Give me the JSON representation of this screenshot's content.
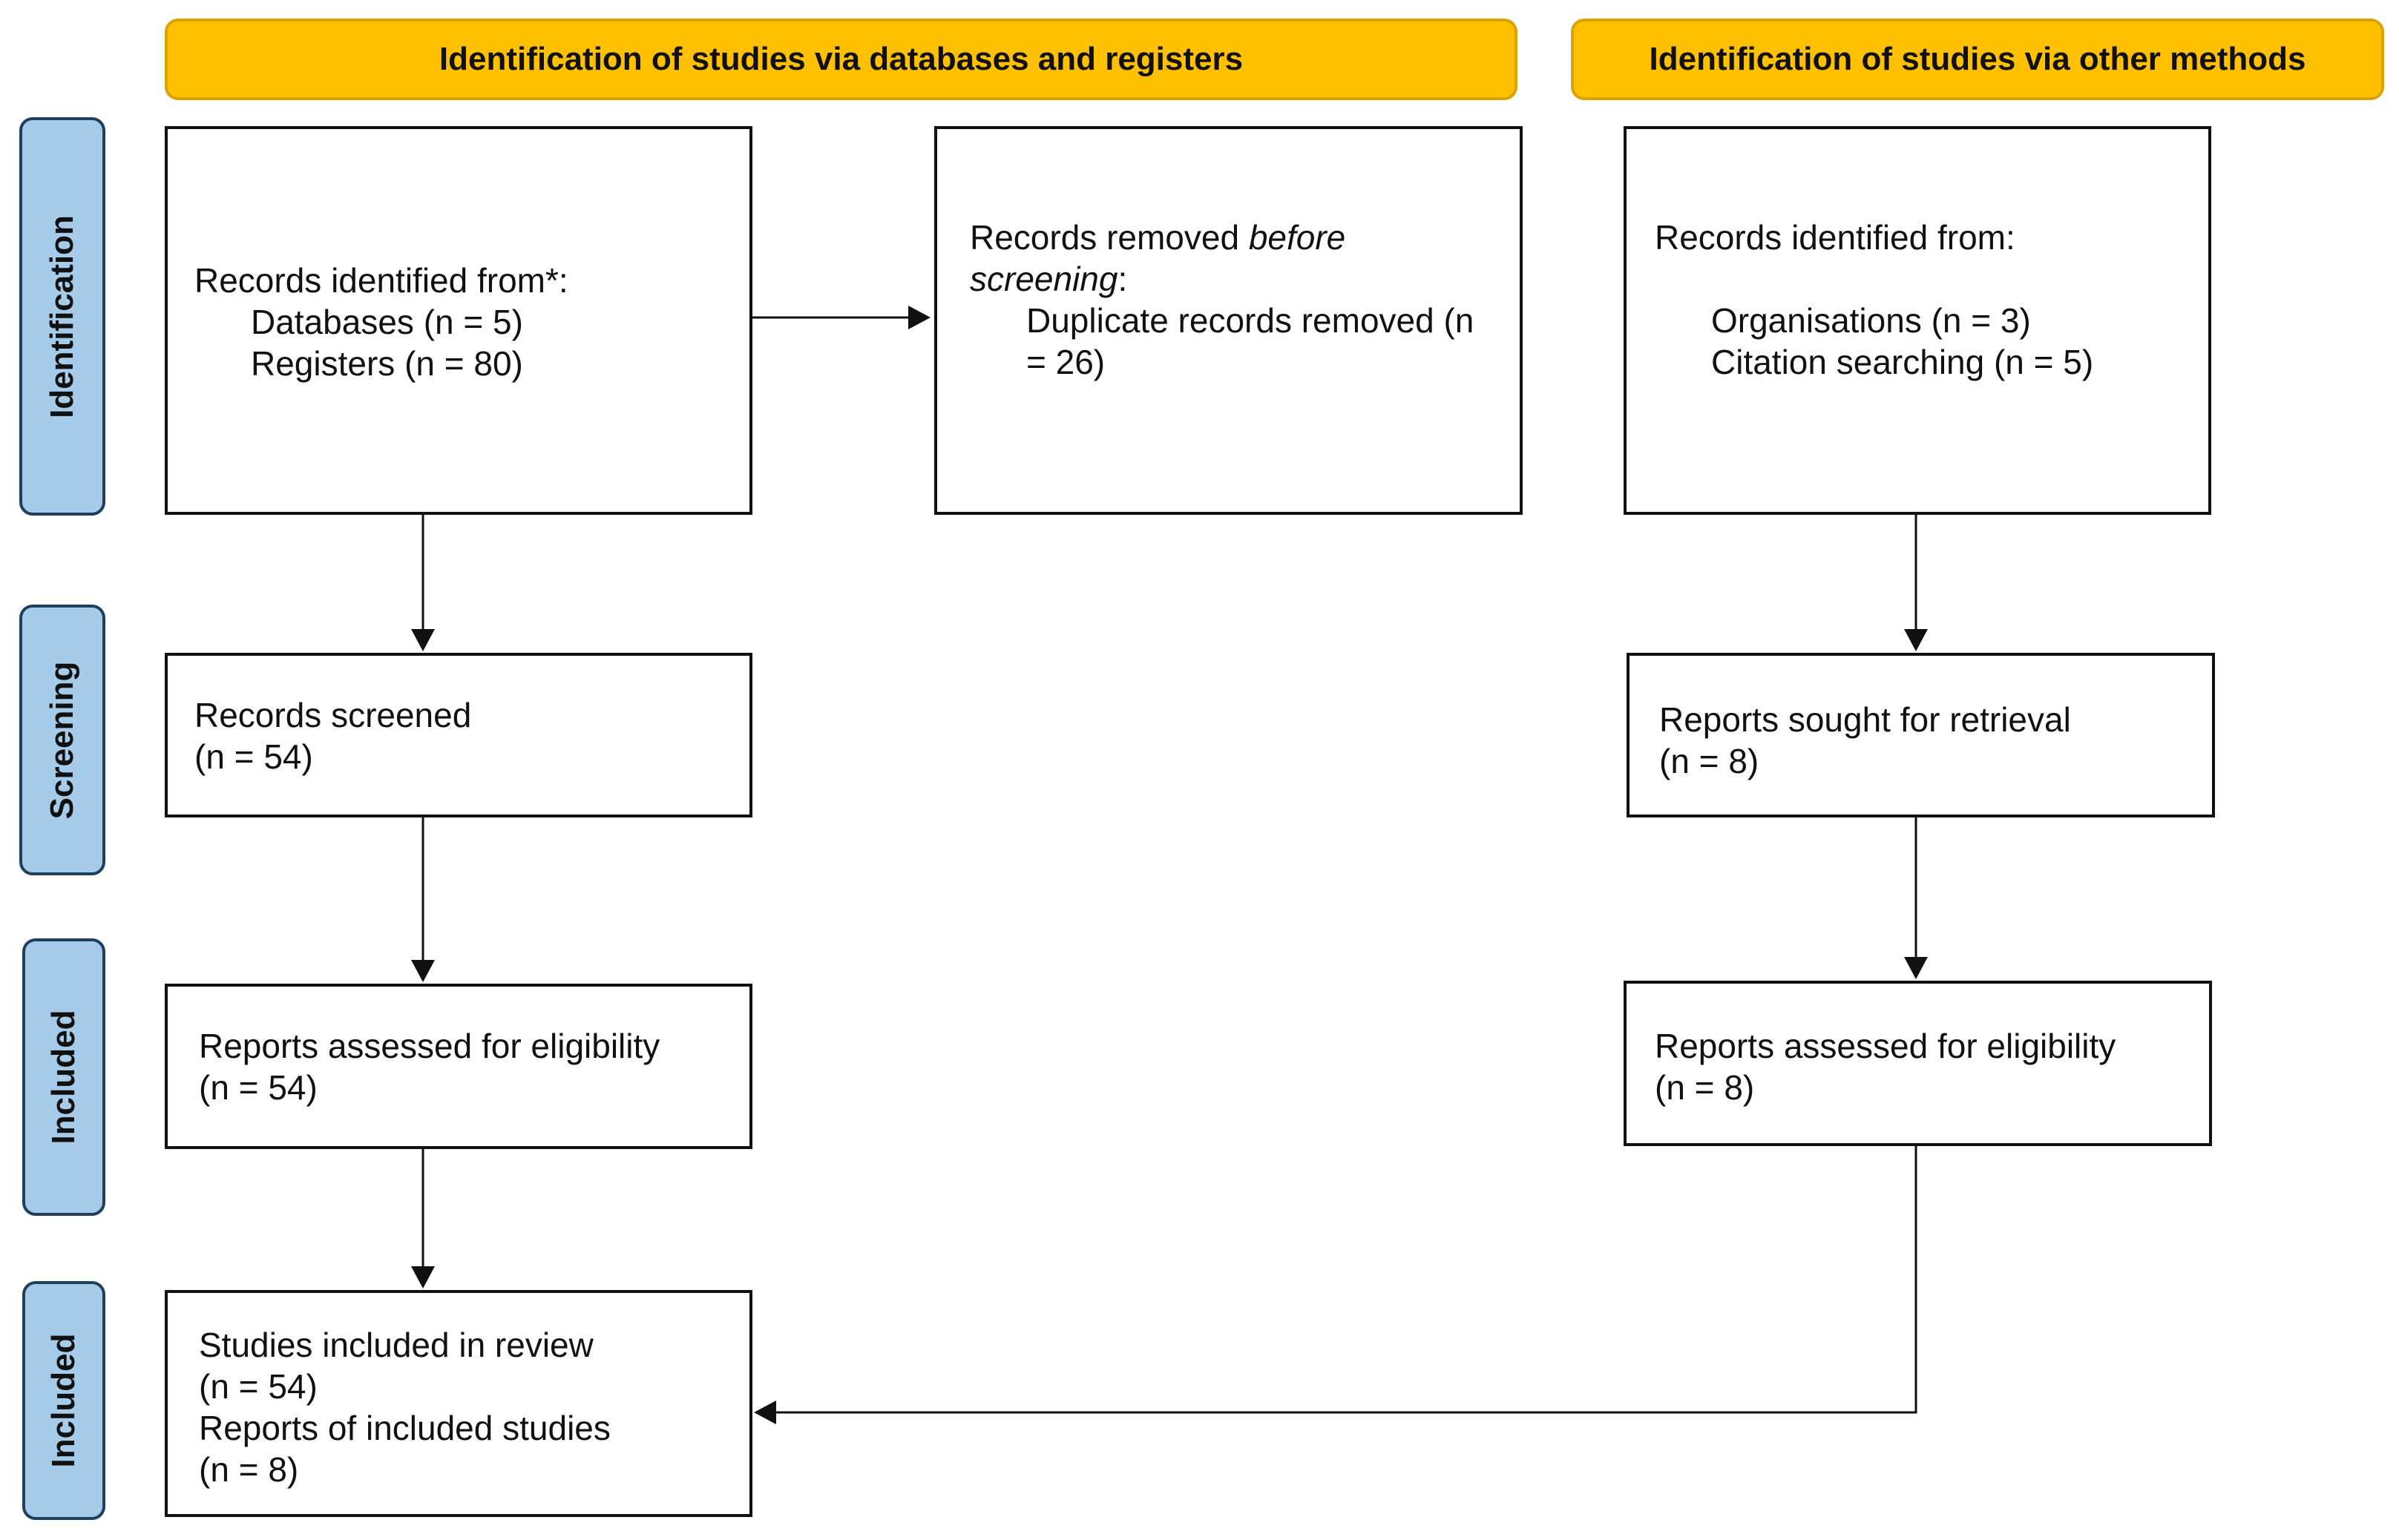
{
  "headers": {
    "databases": "Identification of studies via databases and registers",
    "other": "Identification of studies via other methods"
  },
  "phases": {
    "identification": "Identification",
    "screening": "Screening",
    "included1": "Included",
    "included2": "Included"
  },
  "boxes": {
    "records_identified": {
      "title": "Records identified from*:",
      "databases": "Databases (n = 5)",
      "registers": "Registers (n = 80)"
    },
    "records_removed": {
      "title_start": "Records removed ",
      "title_em": "before",
      "title_em2": "screening",
      "title_colon": ":",
      "duplicates_1": "Duplicate records removed (n",
      "duplicates_2": "= 26)"
    },
    "other_identified": {
      "title": "Records identified from:",
      "organisations": "Organisations (n = 3)",
      "citation": "Citation searching (n = 5)"
    },
    "records_screened": {
      "title": "Records screened",
      "count": "(n = 54)"
    },
    "reports_sought": {
      "title": "Reports sought for retrieval",
      "count": "(n = 8)"
    },
    "assessed_left": {
      "title": "Reports assessed for eligibility",
      "count": "(n = 54)"
    },
    "assessed_right": {
      "title": "Reports assessed for eligibility",
      "count": "(n = 8)"
    },
    "studies_included": {
      "title": "Studies included in review",
      "count": "(n = 54)",
      "reports": "Reports of included studies",
      "reports_count": "(n = 8)"
    }
  },
  "colors": {
    "header_fill": "#ffc000",
    "phase_fill": "#a5cbe8",
    "box_border": "#111111"
  }
}
